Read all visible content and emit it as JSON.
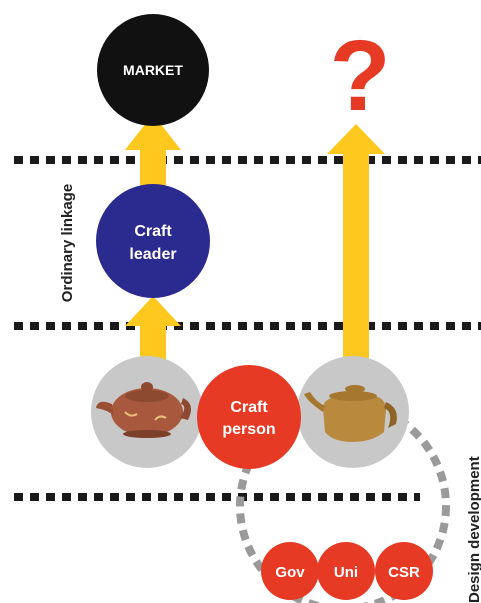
{
  "nodes": {
    "market": "MARKET",
    "craft_leader_line1": "Craft",
    "craft_leader_line2": "leader",
    "craft_person_line1": "Craft",
    "craft_person_line2": "person",
    "gov": "Gov",
    "uni": "Uni",
    "csr": "CSR"
  },
  "labels": {
    "ordinary_linkage": "Ordinary linkage",
    "design_development": "Design development",
    "question_mark": "?"
  },
  "colors": {
    "market": "#111111",
    "craft_leader": "#2b2a8e",
    "craft_person": "#e63a25",
    "arrow": "#ffc81e",
    "question": "#e63a25",
    "pot_bg": "#c8c8c8",
    "dashed": "#1a1a1a",
    "dotted_circle": "#9a9a9a"
  },
  "icons": [
    "teapot-left-icon",
    "teapot-right-icon"
  ]
}
